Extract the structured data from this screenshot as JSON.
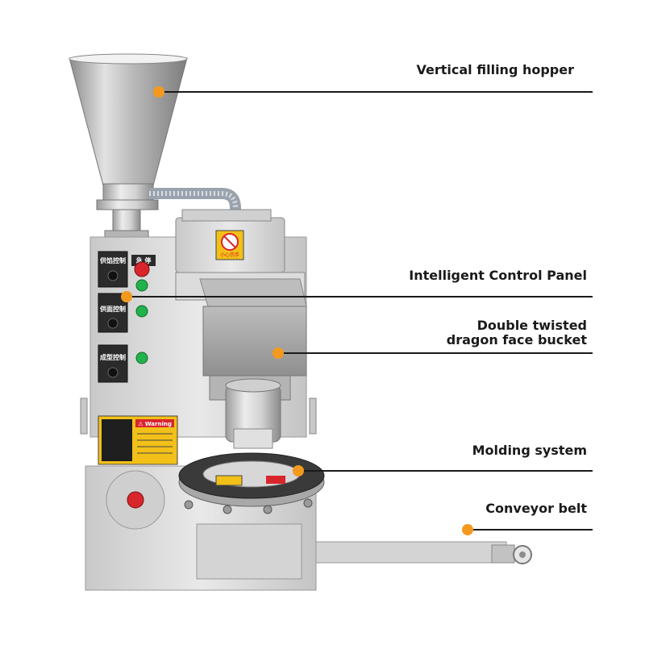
{
  "colors": {
    "callout_dot": "#F39A1E",
    "callout_line": "#1a1a1a",
    "steel_light": "#e6e6e6",
    "steel_mid": "#bcbcbc",
    "steel_dark": "#8d8d8d",
    "warning_yellow": "#F2C018",
    "button_red": "#D9262C",
    "button_green": "#22B24C"
  },
  "callouts": {
    "hopper": "Vertical filling hopper",
    "control_panel": "Intelligent Control Panel",
    "bucket_line1": "Double twisted",
    "bucket_line2": "dragon face bucket",
    "molding": "Molding system",
    "conveyor": "Conveyor belt"
  },
  "panel": {
    "label_1": "供馅控制",
    "label_2": "供面控制",
    "label_3": "成型控制",
    "stop_label": "急 停"
  },
  "warning": {
    "title": "⚠ Warning",
    "sign_text": "小心伤手"
  },
  "icons": {
    "dot": "callout-dot-icon",
    "hand_warning": "hand-warning-icon",
    "gear_warning": "gear-warning-icon"
  }
}
